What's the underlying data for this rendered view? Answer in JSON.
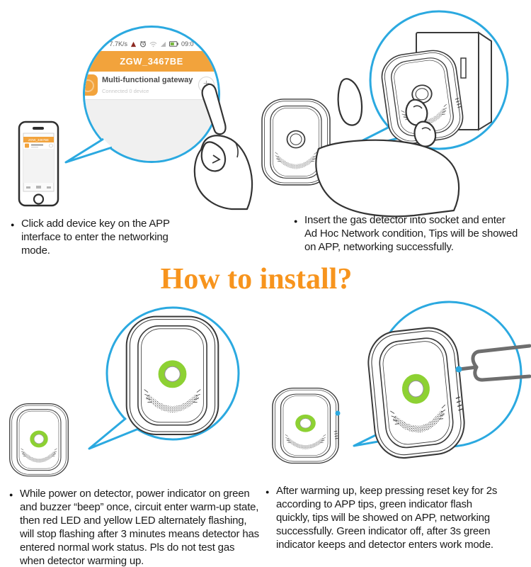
{
  "palette": {
    "bubble_blue": "#2BA9E0",
    "app_orange": "#F2A33C",
    "heading_orange": "#F7941D",
    "indicator_green": "#8DD133",
    "line_art": "#3a3a3a",
    "pin_gray": "#6e6e6e"
  },
  "heading": {
    "text": "How to install?"
  },
  "app_screen": {
    "status": {
      "speed": "7.7K/s",
      "time": "09:0"
    },
    "header_title": "ZGW_3467BE",
    "device_row": {
      "title": "Multi-functional gateway",
      "subtitle": "Connected 0 device",
      "add_button": "+"
    }
  },
  "instructions": {
    "step1": {
      "lines": [
        "Click add device key on the APP",
        "interface to enter the networking",
        "mode."
      ]
    },
    "step2": {
      "lines": [
        "Insert the gas detector into socket and enter",
        "Ad Hoc Network condition, Tips will be showed",
        "on APP, networking successfully."
      ]
    },
    "step3": {
      "lines": [
        "While power on detector, power indicator on green",
        "and buzzer “beep” once, circuit enter warm-up state,",
        "then red LED and yellow LED alternately flashing,",
        "will stop flashing after 3 minutes means detector has",
        "entered normal work status. Pls do not test gas",
        "when detector warming up."
      ]
    },
    "step4": {
      "lines": [
        "After warming up, keep pressing reset key for 2s",
        "according to APP tips, green indicator flash",
        "quickly, tips will be showed on APP, networking",
        "successfully. Green indicator off, after 3s green",
        "indicator keeps and detector enters work mode."
      ]
    }
  }
}
